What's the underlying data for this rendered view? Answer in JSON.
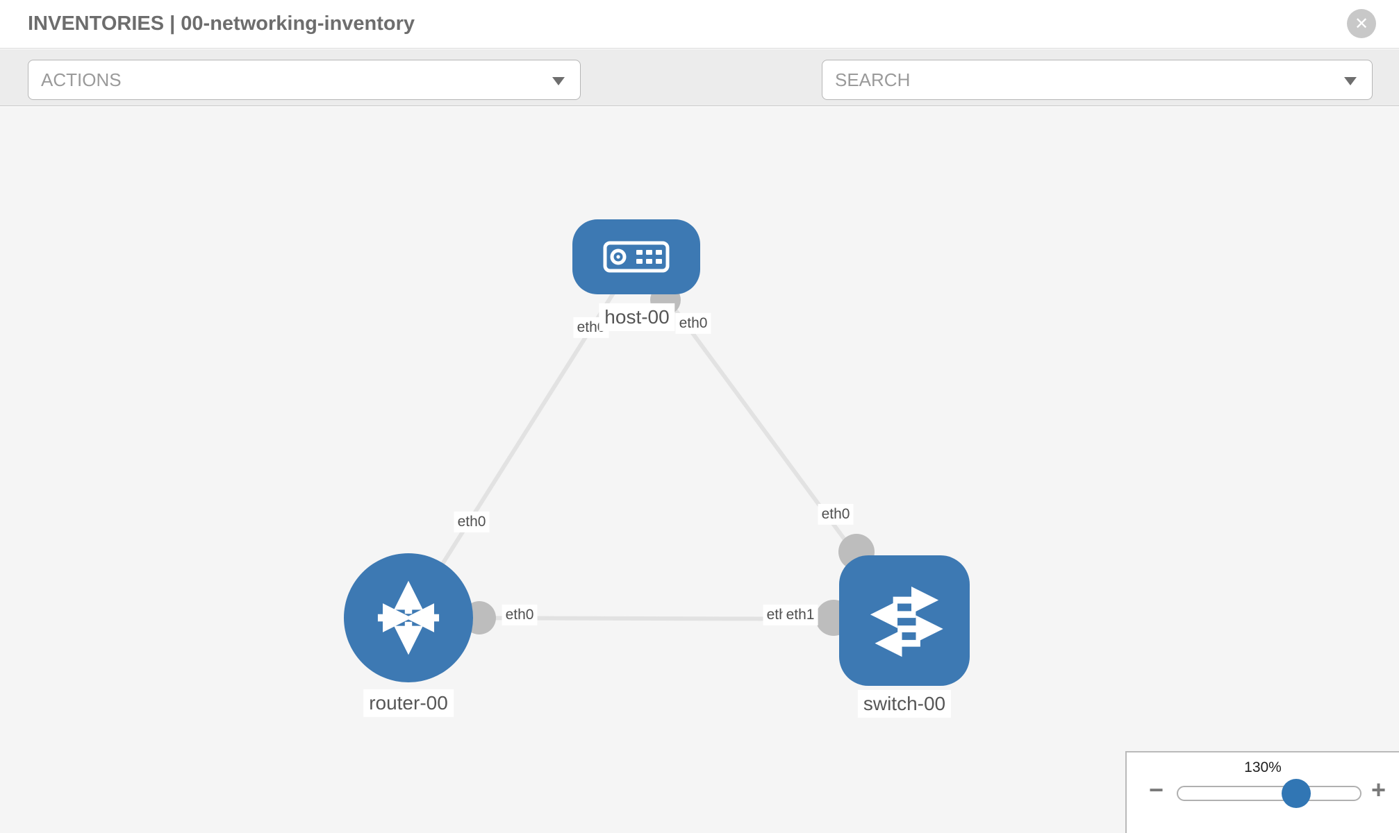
{
  "header": {
    "title": "INVENTORIES | 00-networking-inventory",
    "close_label": "✕"
  },
  "toolbar": {
    "actions_placeholder": "ACTIONS",
    "search_placeholder": "SEARCH",
    "icons": [
      "wrench-icon",
      "key-icon"
    ]
  },
  "topology": {
    "nodes": [
      {
        "id": "host-00",
        "type": "host",
        "label": "host-00"
      },
      {
        "id": "router-00",
        "type": "router",
        "label": "router-00"
      },
      {
        "id": "switch-00",
        "type": "switch",
        "label": "switch-00"
      }
    ],
    "links": [
      {
        "from": "host-00",
        "to": "router-00",
        "from_label": "eth0",
        "to_label": "eth0"
      },
      {
        "from": "host-00",
        "to": "switch-00",
        "from_label": "eth0",
        "to_label": "eth0"
      },
      {
        "from": "router-00",
        "to": "switch-00",
        "from_label": "eth0",
        "to_label": "eth1",
        "to_label_overlap": "eth1"
      }
    ]
  },
  "zoom_control": {
    "value": "130%",
    "percent": 130,
    "minus_label": "−",
    "plus_label": "+"
  },
  "colors": {
    "blue": "#3d79b3",
    "line": "#e2e2e2",
    "dot": "#bdbdbd",
    "canvas": "#f5f5f5",
    "toolbar": "#ececec"
  }
}
